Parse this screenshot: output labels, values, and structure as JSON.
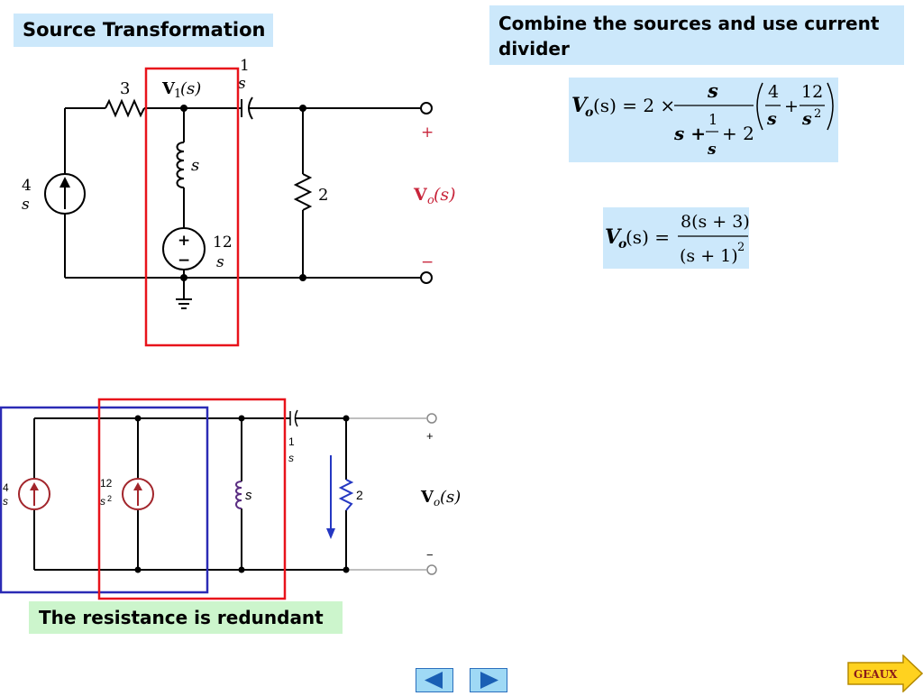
{
  "title": "Source Transformation",
  "hint": "Combine the sources and use current divider",
  "note": "The resistance is redundant",
  "top_circuit": {
    "resistor_left": "3",
    "node_label_bold": "V",
    "node_label_sub": "1",
    "node_label_rest": "(s)",
    "cap_num": "1",
    "cap_den": "s",
    "src_num": "4",
    "src_den": "s",
    "inductor": "s",
    "vsrc_num": "12",
    "vsrc_den": "s",
    "plus_sym": "+",
    "minus_sym": "−",
    "resistor_right": "2",
    "out_plus": "+",
    "out_minus": "−",
    "out_bold": "V",
    "out_sub": "o",
    "out_rest": "(s)"
  },
  "bottom_circuit": {
    "src1_num": "4",
    "src1_den": "s",
    "src2_num": "12",
    "src2_den": "s",
    "src2_exp": "2",
    "inductor": "s",
    "cap_num": "1",
    "cap_den": "s",
    "resistor": "2",
    "out_plus": "+",
    "out_minus": "−",
    "out_bold": "V",
    "out_sub": "o",
    "out_rest": "(s)"
  },
  "equation1": {
    "lhs": "V",
    "lhs_sub": "o",
    "lhs_arg": "(s) = 2 ×",
    "frac_num": "s",
    "den_a": "s +",
    "den_num": "1",
    "den_den": "s",
    "den_b": "+ 2",
    "t1_num": "4",
    "t1_den": "s",
    "plus": "+",
    "t2_num": "12",
    "t2_den": "s",
    "t2_exp": "2"
  },
  "equation2": {
    "lhs": "V",
    "lhs_sub": "o",
    "lhs_arg": "(s) =",
    "num": "8(s + 3)",
    "den": "(s + 1)",
    "den_exp": "2"
  },
  "nav": {
    "geaux_label": "GEAUX"
  },
  "colors": {
    "highlight_red": "#e8131b",
    "highlight_blue": "#2b2bb5",
    "source_color": "#a2252b",
    "inductor_color": "#5a2d82",
    "arrow_color": "#2437c2",
    "output_red": "#c8243a"
  }
}
